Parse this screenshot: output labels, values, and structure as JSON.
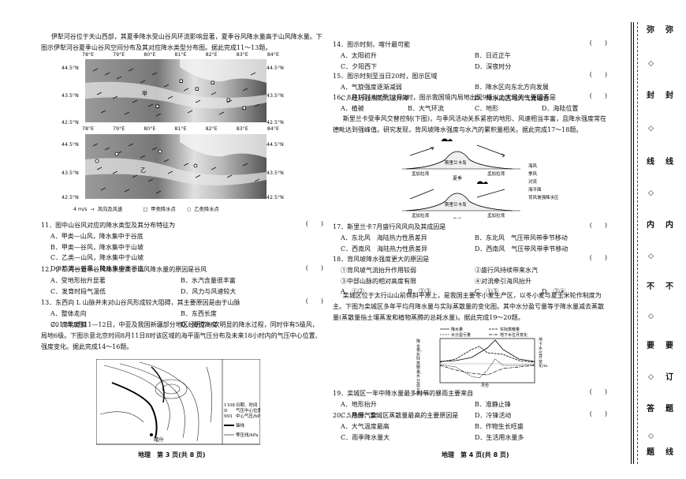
{
  "left": {
    "intro1": "伊犁河谷位于天山西部，其夏季降水受山谷风环流影响显著，夏季谷风降水量高于山风降水量。下图示伊犁河谷夏季山谷风空间分布及其对应降水类型分布图。据此完成11～13题。",
    "map": {
      "top_lon": [
        "78°E",
        "79°E",
        "80°E",
        "81°E",
        "82°E",
        "83°E",
        "84°E"
      ],
      "bottom_lon": [
        "78°E",
        "79°E",
        "80°E",
        "81°E",
        "82°E",
        "83°E",
        "84°E"
      ],
      "lat_left": [
        "44.5°N",
        "43.5°N",
        "42.5°N"
      ],
      "lat_right": [
        "44.5°N",
        "43.5°N",
        "42.5°N"
      ],
      "legend_scale": "4 m/s",
      "legend_wind": "风向及风速",
      "legend_a": "甲类降水点",
      "legend_b": "乙类降水点",
      "label_top": "甲",
      "label_bottom": "乙"
    },
    "q11": {
      "stem": "11．图中山谷风对应的降水类型及其分布特征为",
      "paren": "(　　)",
      "A": "A．甲类—山风，降水集中于谷底",
      "B": "B．甲类—谷风，降水集中于山坡",
      "C": "C．乙类—山风，降水集中于山坡",
      "D": "D．乙类—谷风，降水集中于谷底"
    },
    "q12": {
      "stem": "12．伊犁河谷夏季谷风降水量高于山风降水量的原因是谷风",
      "paren": "(　　)",
      "A": "A．受地形抬升显著",
      "B": "B．水汽含量很丰富",
      "C": "C．发育时段气温低",
      "D": "D．风力与风速较大"
    },
    "q13": {
      "stem": "13．东西向 L 山脉并未对山谷风形成较大阻碍，其主要原因是由于山脉",
      "paren": "(　　)",
      "A": "A．整体走向",
      "B": "B．东西长度",
      "C": "C．南北宽度",
      "D": "D．海拔高度"
    },
    "intro2": "2017年8月11—12日，中亚及我国新疆部分地区经历了一次明显的降水过程，同时伴有5级风，局地6级。下图示意北京时间8月11日8时该区域的海平面气压分布及未来18小时内的气压中心位置、强度变化。据此完成14～16题。",
    "pressure": {
      "legend_date": "日期、时间",
      "legend_center": "气压中心位置",
      "legend_value": "中心气压/hPa",
      "legend_front": "锋线",
      "legend_isobar": "等压线/hPa",
      "sample_1": "1108",
      "sample_2": "D",
      "sample_3": "993",
      "city": "喀什"
    },
    "footer": "地理　第 3 页(共 8 页)"
  },
  "right": {
    "q14": {
      "stem": "14．图示时刻，喀什最可能",
      "paren": "(　　)",
      "A": "A．太阳初升",
      "B": "B．日近正午",
      "C": "C．夕阳西下",
      "D": "D．深夜时分"
    },
    "q15": {
      "stem": "15．图示时刻至当日20时，图示区域",
      "paren": "(　　)",
      "A": "A．气旋强度逐渐减弱",
      "B": "B．降水区向东北方向发展",
      "C": "C．经历强烈的气温升降",
      "D": "D．降水的区域大气流辐合"
    },
    "q16": {
      "stem": "16．8月1日14时至12日2时，图示我国境内局地出现9级以上大风的主要因素是",
      "paren": "(　　)",
      "A": "A．植被",
      "B": "B．大气环流",
      "C": "C．地形",
      "D": "D．海陆位置"
    },
    "intro3": "斯里兰卡受季风交替控制(下图)，与季风活动关系紧密的地形、风速相当丰富，且降水强度常在德毗达到强峰值。研究发现，背风坡降水强度与水汽的累积量相关。据此完成17～18题。",
    "monsoon": {
      "summer": "夏季",
      "winter": "冬季",
      "sri": "斯里兰卡岛",
      "bay1": "孟加拉湾",
      "bay2": "孟加拉湾",
      "legend_sea": "海风",
      "legend_monsoon": "季风",
      "legend_conv": "对流",
      "legend_current": "海平面",
      "legend_rain": "背风坡强降水区"
    },
    "q17": {
      "stem": "17．斯里兰卡7月盛行风风向及其成因是",
      "paren": "(　　)",
      "A": "A．东北风　海陆热力性质差异",
      "B": "B．东北风　气压带风带季节移动",
      "C": "C．西南风　海陆热力性质差异",
      "D": "D．西南风　气压带风带季节移动"
    },
    "q18": {
      "stem": "18．背风坡降水强度更大的原因是",
      "paren": "(　　)",
      "o1": "①背风坡气流抬升作用较弱",
      "o2": "②盛行风持续带来水汽",
      "o3": "③中部山脉的相对高度有限",
      "o4": "④对流牵引海风抬升",
      "A": "A．①②",
      "B": "B．②③",
      "C": "C．①③",
      "D": "D．②④"
    },
    "intro4": "栾城区位于太行山山前倾斜平原上，是我国主要冬小麦生产区，以冬小麦与夏玉米轮作制度为主。下图为栾城区多年平均月降水量与实际蒸散量的变化图。其中水分盈亏量等于降水量减去蒸散量(蒸散量指土壤蒸发和植物蒸腾的总耗水量)。据此完成19～20题。",
    "graph": {
      "l1": "降水量",
      "l2": "实际蒸散量",
      "l3": "水分盈亏量",
      "l4": "地下水位月变化",
      "ylabel": "降水量、实际蒸散量、水分盈亏量/mm",
      "ylabel2": "地下水位月变化/m",
      "xlabel": "月份"
    },
    "q19": {
      "stem": "19．栾城区一年中降水量最多时节的暴雨主要来自",
      "paren": "(　　)",
      "A": "A．地形抬升",
      "B": "B．准静止锋",
      "C": "C．热带气旋",
      "D": "D．冷锋活动"
    },
    "q20": {
      "stem": "20．5月份，栾城区蒸散量最高的主要原因是",
      "paren": "(　　)",
      "A": "A．大气温度最高",
      "B": "B．作物生长旺盛",
      "C": "C．雨季降水量大",
      "D": "D．生活用水量多"
    },
    "footer": "地理　第 4 页(共 8 页)"
  },
  "seal": {
    "chars": [
      "弥",
      "封",
      "线",
      "内",
      "不",
      "要",
      "答",
      "题"
    ],
    "edge": [
      "弥",
      "封",
      "线",
      "内",
      "不",
      "要",
      "订",
      "题",
      "线"
    ]
  }
}
